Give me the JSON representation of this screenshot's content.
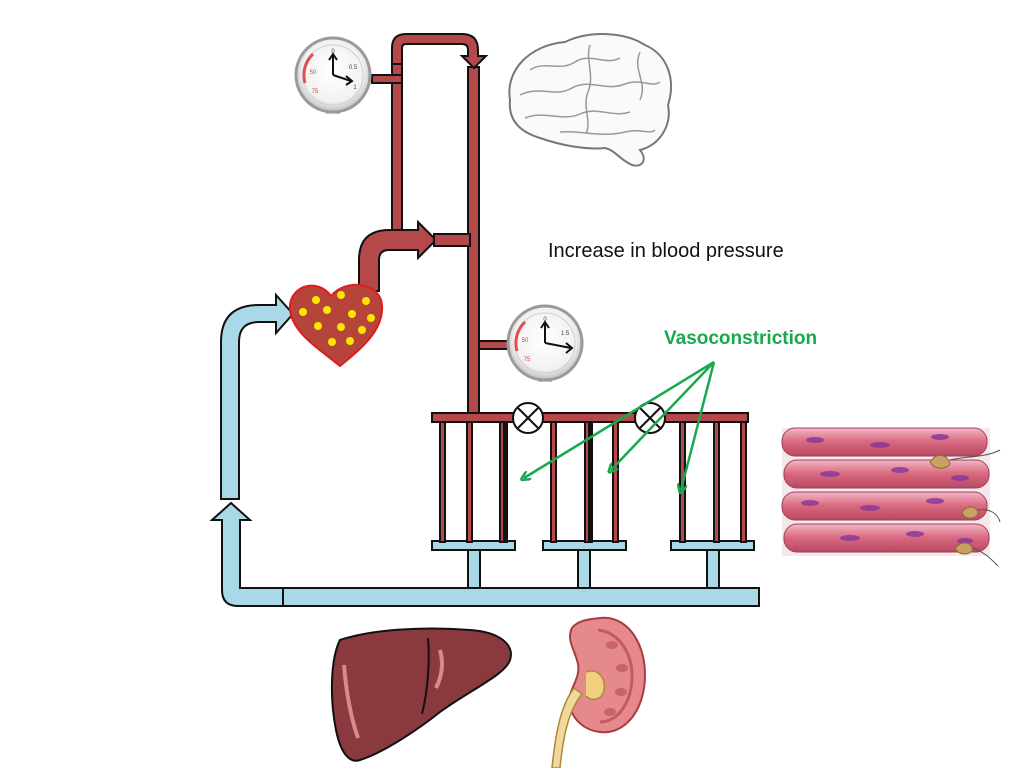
{
  "annotations": {
    "title": "Increase in blood pressure",
    "vasoconstriction": "Vasoconstriction"
  },
  "gauges": {
    "upper": {
      "tick_labels": [
        "0",
        "0.5",
        "1",
        "50",
        "75"
      ]
    },
    "lower": {
      "tick_labels": [
        "0",
        "1.5",
        "50",
        "75"
      ]
    }
  },
  "colors": {
    "arterial_pipe": "#b5484a",
    "venous_pipe": "#a9d8e6",
    "heart": "#b5443a",
    "heart_dots": "#ffe600",
    "arrows": "#1aa84f",
    "text": "#111111"
  },
  "icons": [
    "brain-icon",
    "heart-icon",
    "liver-icon",
    "kidney-icon",
    "muscle-fibers-icon",
    "pressure-gauge-icon",
    "valve-closed-icon"
  ]
}
